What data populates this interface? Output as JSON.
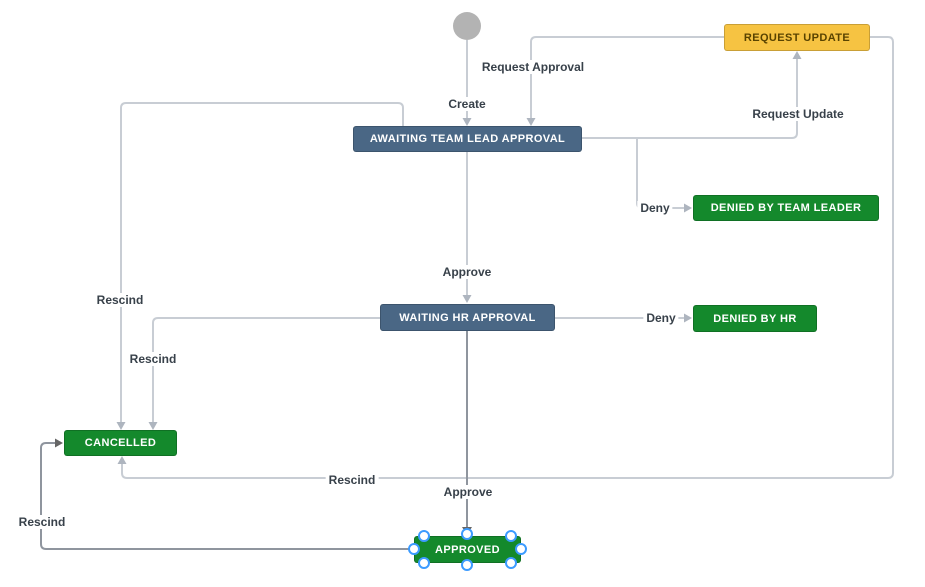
{
  "diagram": {
    "title": "workflow-designer-canvas",
    "start_node": {
      "name": "start"
    },
    "nodes": {
      "request_update": {
        "label": "REQUEST UPDATE",
        "bg": "#F6C342",
        "fg": "#594300"
      },
      "awaiting_team_lead": {
        "label": "AWAITING TEAM LEAD APPROVAL",
        "bg": "#4A6785",
        "fg": "#FFFFFF"
      },
      "denied_by_team_leader": {
        "label": "DENIED BY TEAM LEADER",
        "bg": "#14892C",
        "fg": "#FFFFFF"
      },
      "waiting_hr": {
        "label": "WAITING HR APPROVAL",
        "bg": "#4A6785",
        "fg": "#FFFFFF"
      },
      "denied_by_hr": {
        "label": "DENIED BY HR",
        "bg": "#14892C",
        "fg": "#FFFFFF"
      },
      "cancelled": {
        "label": "CANCELLED",
        "bg": "#14892C",
        "fg": "#FFFFFF"
      },
      "approved": {
        "label": "APPROVED",
        "bg": "#14892C",
        "fg": "#FFFFFF",
        "selected": true
      }
    },
    "transitions": {
      "create": {
        "label": "Create"
      },
      "request_approval": {
        "label": "Request Approval"
      },
      "request_update": {
        "label": "Request Update"
      },
      "deny_team_lead": {
        "label": "Deny"
      },
      "approve_to_hr": {
        "label": "Approve"
      },
      "deny_hr": {
        "label": "Deny"
      },
      "rescind_from_awaiting": {
        "label": "Rescind"
      },
      "rescind_from_hr": {
        "label": "Rescind"
      },
      "rescind_from_req_update": {
        "label": "Rescind"
      },
      "approve_final": {
        "label": "Approve"
      },
      "rescind_from_approved": {
        "label": "Rescind"
      }
    },
    "colors": {
      "edge": "#C8CDD4",
      "edge_dark": "#8F959E",
      "arrow": "#AEB5BF",
      "arrow_dark": "#666666",
      "start_node": "#B3B3B3",
      "selection_handle": "#3C9BFF",
      "status_green": "#14892C",
      "status_slate": "#4A6785",
      "status_yellow": "#F6C342"
    }
  }
}
